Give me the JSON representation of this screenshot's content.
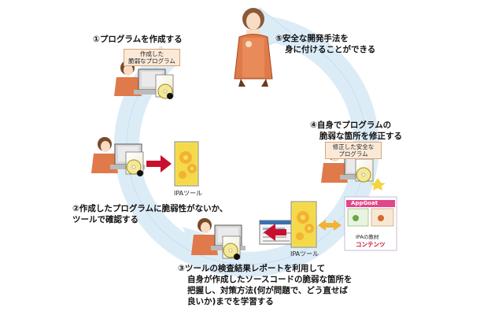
{
  "steps": {
    "s1": "①プログラムを作成する",
    "s2_line1": "②作成したプログラムに脆弱性がないか、",
    "s2_line2": "ツールで確認する",
    "s3_line1": "③ツールの検査結果レポートを利用して",
    "s3_line2": "自身が作成したソースコードの脆弱な箇所を",
    "s3_line3": "把握し、対策方法(何が問題で、どう直せば",
    "s3_line4": "良いか)までを学習する",
    "s4_line1": "④自身でプログラムの",
    "s4_line2": "脆弱な箇所を修正する",
    "s5_line1": "⑤安全な開発手法を",
    "s5_line2": "身に付けることができる"
  },
  "bubbles": {
    "created_line1": "作成した",
    "created_line2": "脆弱なプログラム",
    "fixed_line1": "修正した安全な",
    "fixed_line2": "プログラム"
  },
  "captions": {
    "ipa_tool_1": "IPAツール",
    "ipa_tool_2": "IPAツール",
    "appgoat": "AppGoat",
    "ipa_content": "IPAの教材",
    "content": "コンテンツ"
  },
  "colors": {
    "cycle_arrow": "#dcecf7",
    "cycle_edge": "#b9d7ee",
    "red_arrow": "#c8102e",
    "orange_arrow": "#f2b233",
    "tool_yellow": "#f6e15a",
    "gear": "#f2b233"
  }
}
